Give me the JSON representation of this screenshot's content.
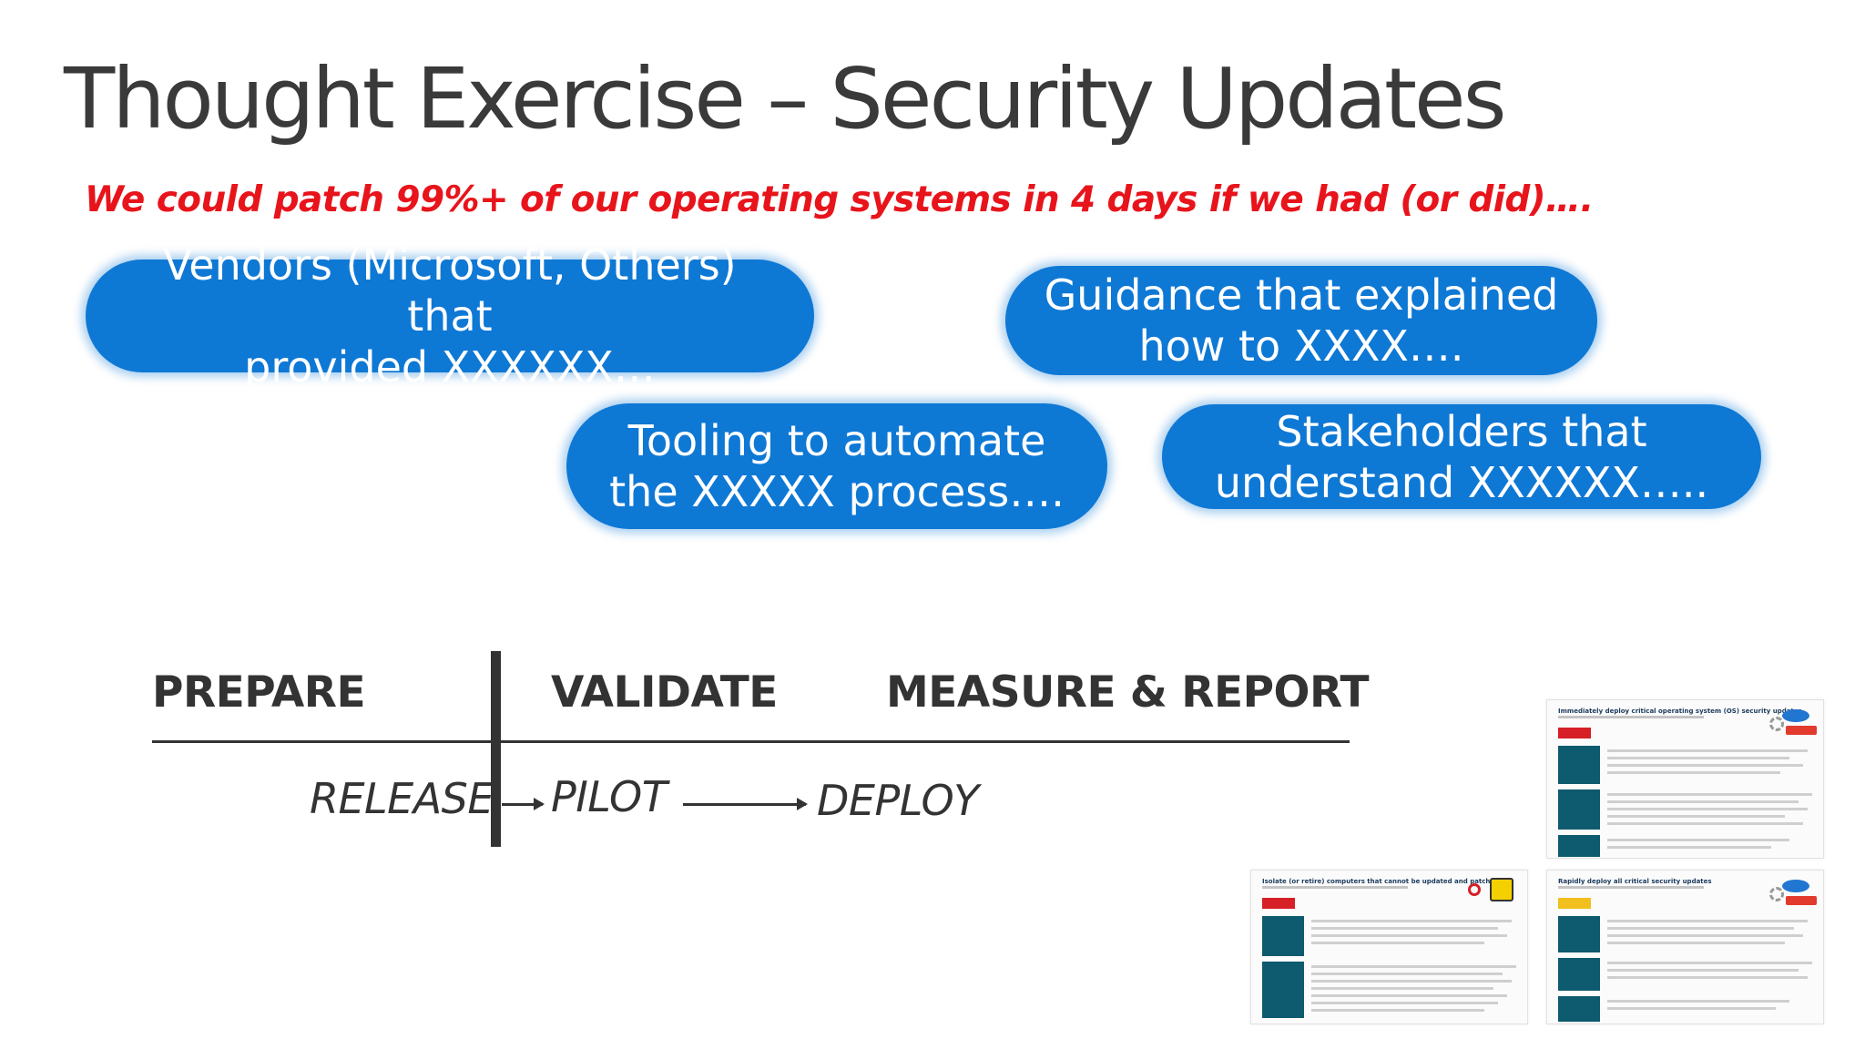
{
  "title": "Thought Exercise – Security Updates",
  "subtitle": "We could patch 99%+ of our operating systems in 4 days if we had (or did)….",
  "pills": [
    {
      "line1": "Vendors (Microsoft, Others) that",
      "line2": "provided XXXXXX…"
    },
    {
      "line1": "Guidance that explained",
      "line2": "how to XXXX…."
    },
    {
      "line1": "Tooling to automate",
      "line2": "the  XXXXX process…."
    },
    {
      "line1": "Stakeholders that",
      "line2": "understand XXXXXX….."
    }
  ],
  "phases": {
    "prepare": "PREPARE",
    "validate": "VALIDATE",
    "measure": "MEASURE & REPORT"
  },
  "steps": {
    "release": "RELEASE",
    "pilot": "PILOT",
    "deploy": "DEPLOY"
  },
  "thumbnails": [
    {
      "title": "Immediately deploy critical operating system (OS) security updates"
    },
    {
      "title": "Isolate (or retire) computers that cannot be updated and patched"
    },
    {
      "title": "Rapidly deploy all critical security updates"
    }
  ],
  "colors": {
    "accent_blue": "#0e78d5",
    "subtitle_red": "#e8141b",
    "text_dark": "#333333"
  }
}
